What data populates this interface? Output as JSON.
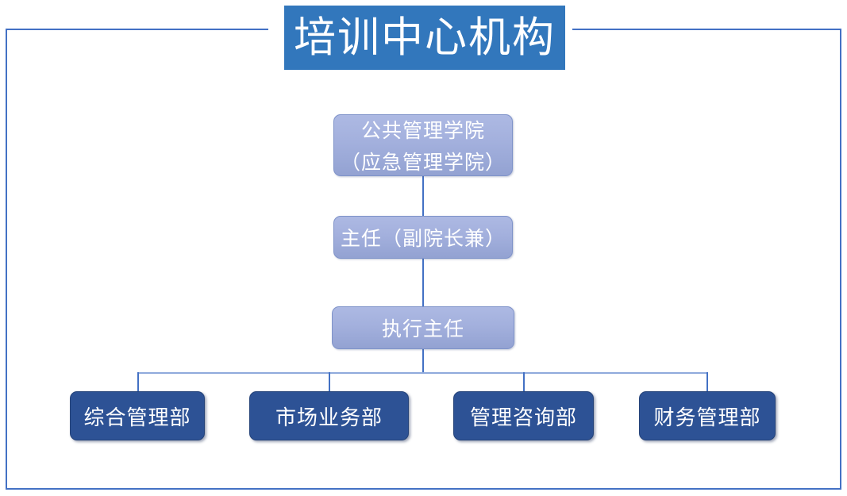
{
  "slide": {
    "title": "培训中心机构",
    "accent_banner_color": "#3277bc",
    "frame_color": "#4371c4",
    "node_light_color": "#a3b0dd",
    "node_dark_color": "#2d5295",
    "connector_color": "#4371c4"
  },
  "chart_data": {
    "type": "diagram",
    "title": "培训中心机构",
    "subtype": "organization-chart",
    "orientation": "top-down",
    "levels": [
      {
        "level": 1,
        "nodes": [
          {
            "id": "root",
            "lines": [
              "公共管理学院",
              "（应急管理学院）"
            ],
            "style": "light"
          }
        ]
      },
      {
        "level": 2,
        "nodes": [
          {
            "id": "director",
            "lines": [
              "主任（副院长兼）"
            ],
            "style": "light"
          }
        ]
      },
      {
        "level": 3,
        "nodes": [
          {
            "id": "exec-director",
            "lines": [
              "执行主任"
            ],
            "style": "light"
          }
        ]
      },
      {
        "level": 4,
        "nodes": [
          {
            "id": "dept-1",
            "lines": [
              "综合管理部"
            ],
            "style": "dark"
          },
          {
            "id": "dept-2",
            "lines": [
              "市场业务部"
            ],
            "style": "dark"
          },
          {
            "id": "dept-3",
            "lines": [
              "管理咨询部"
            ],
            "style": "dark"
          },
          {
            "id": "dept-4",
            "lines": [
              "财务管理部"
            ],
            "style": "dark"
          }
        ]
      }
    ],
    "edges": [
      {
        "from": "root",
        "to": "director"
      },
      {
        "from": "director",
        "to": "exec-director"
      },
      {
        "from": "exec-director",
        "to": "dept-1"
      },
      {
        "from": "exec-director",
        "to": "dept-2"
      },
      {
        "from": "exec-director",
        "to": "dept-3"
      },
      {
        "from": "exec-director",
        "to": "dept-4"
      }
    ]
  },
  "nodes": {
    "root": {
      "line1": "公共管理学院",
      "line2": "（应急管理学院）"
    },
    "director": {
      "line1": "主任（副院长兼）"
    },
    "exec": {
      "line1": "执行主任"
    },
    "dept1": {
      "label": "综合管理部"
    },
    "dept2": {
      "label": "市场业务部"
    },
    "dept3": {
      "label": "管理咨询部"
    },
    "dept4": {
      "label": "财务管理部"
    }
  }
}
